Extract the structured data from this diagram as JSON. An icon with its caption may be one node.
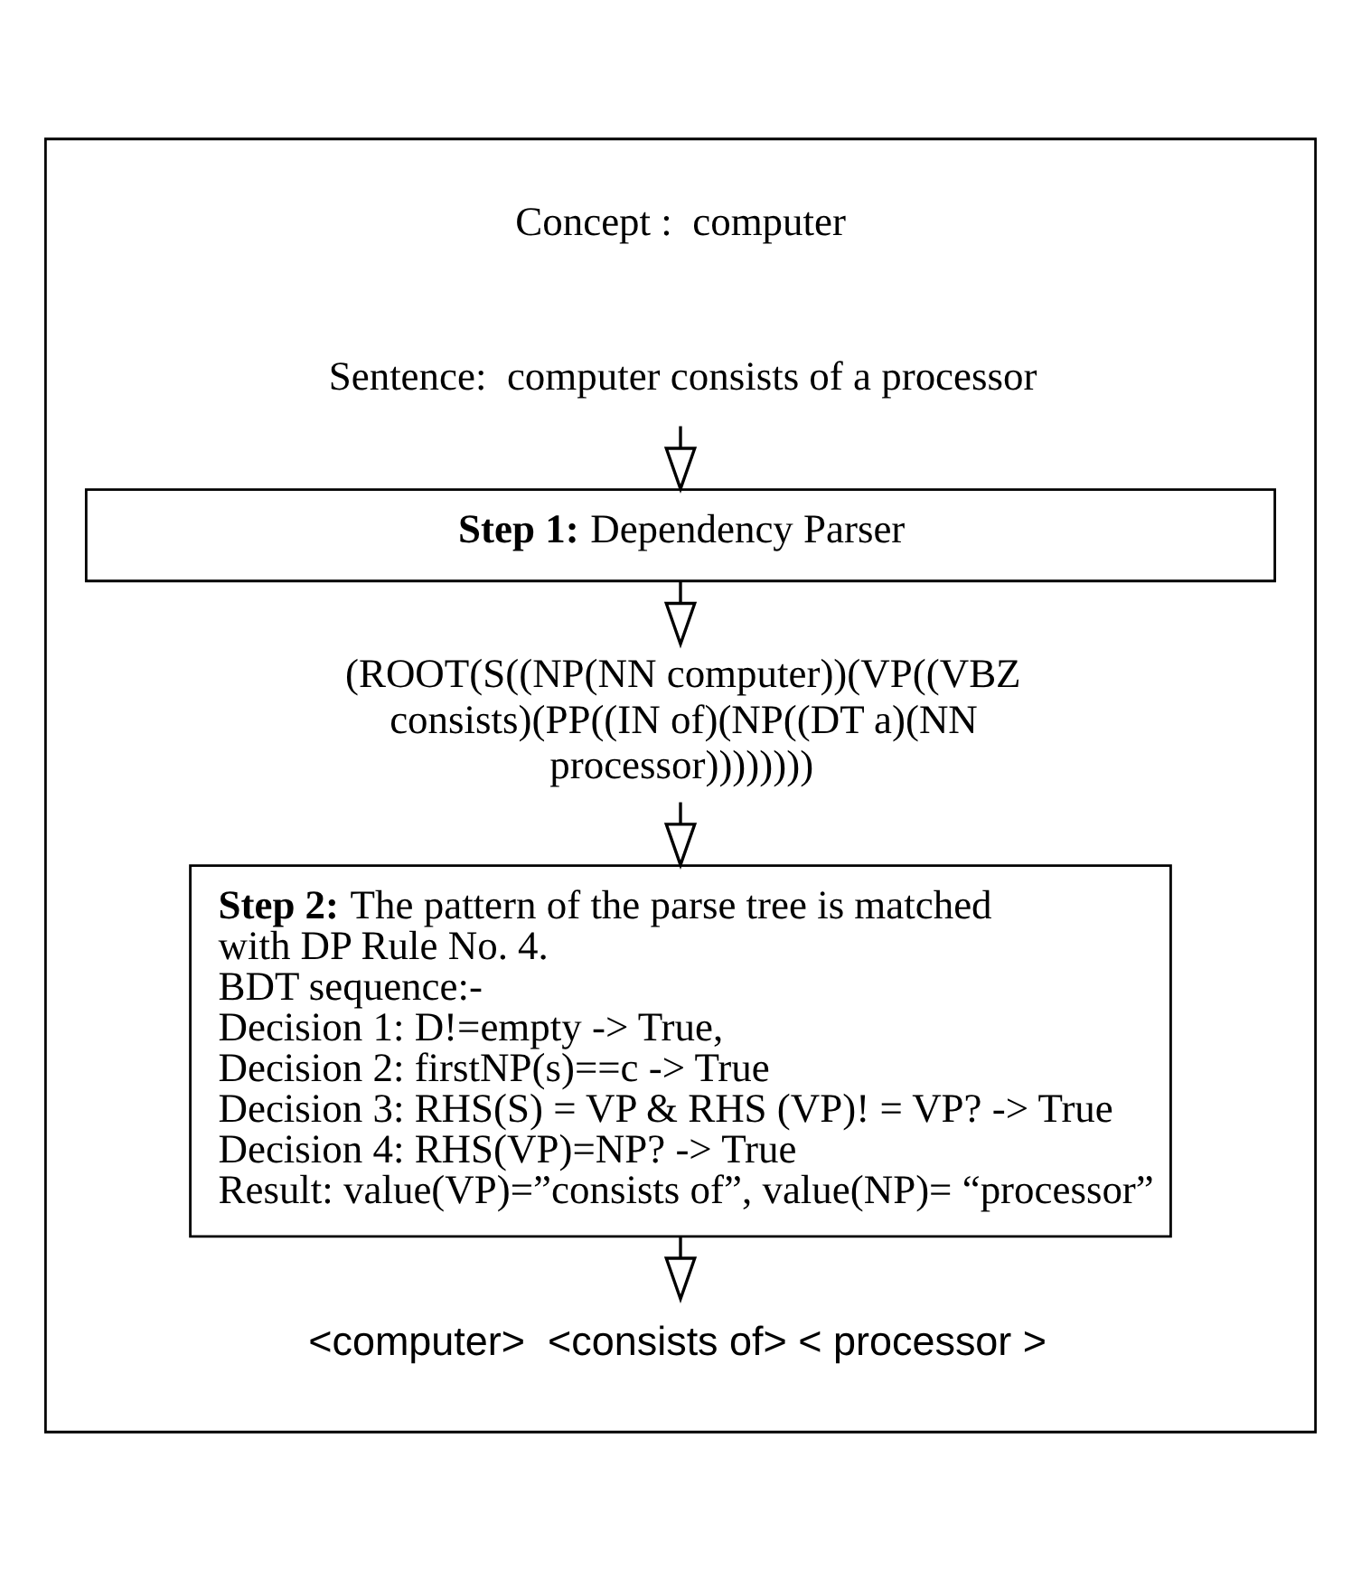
{
  "diagram": {
    "nodes": [
      {
        "text": [],
        "shape": "box"
      },
      {
        "text": [
          "Sentence:  computer consists of a processor"
        ],
        "in": 0
      },
      {
        "text": [
          "**Step 1:** Dependency Parser"
        ],
        "in": 0
      },
      {
        "text": [
          "(ROOT(S((NP(NN computer))(VP((VBZ consists)(PP((IN of)(NP((DT a)(NN processor))))))))"
        ],
        "in": 0
      },
      {
        "text": [
          "**Step 2:** The pattern of the parse tree is matched with DP Rule No. 4.",
          "BDT sequence:-",
          "Decision 1: D!=empty -> True,",
          "Decision 2: firstNP(s)==c -> True",
          "Decision 3: RHS(S) = VP & RHS (VP)! = VP? -> True",
          "Decision 4: RHS(VP)=NP? -> True",
          "Result: value(VP)=”consists of”, value(NP)= “processor”"
        ],
        "in": 0
      },
      {
        "text": [
          "<computer>  <consists of> < processor >"
        ],
        "in": 0
      }
    ],
    "edges": [
      {
        "from": 1,
        "to": 2,
        "arrow": "to"
      },
      {
        "from": 2,
        "to": 3,
        "arrow": "to"
      },
      {
        "from": 3,
        "to": 4,
        "arrow": "to"
      },
      {
        "from": 4,
        "to": 5,
        "arrow": "to"
      }
    ],
    "labels": [
      "Concept :  computer"
    ]
  }
}
